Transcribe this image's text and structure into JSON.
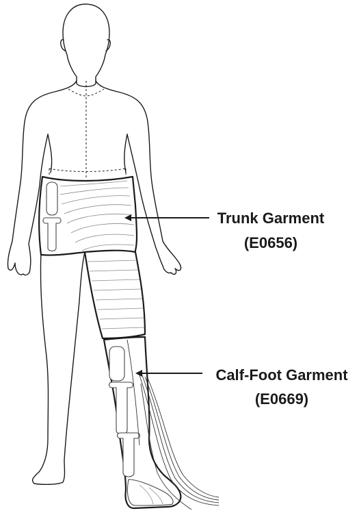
{
  "labels": {
    "trunk_name": "Trunk Garment",
    "trunk_code": "(E0656)",
    "calf_name": "Calf-Foot Garment",
    "calf_code": "(E0669)"
  },
  "colors": {
    "ink": "#1a1a1a",
    "background": "#ffffff"
  }
}
